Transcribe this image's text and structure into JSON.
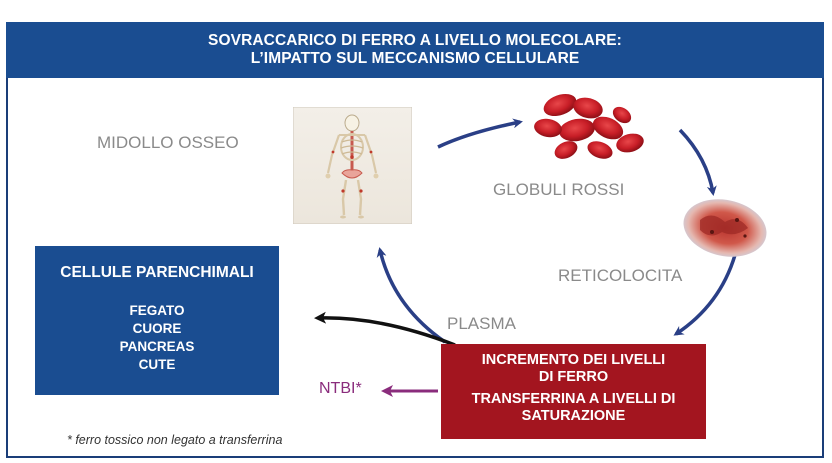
{
  "header": {
    "line1": "SOVRACCARICO DI FERRO A LIVELLO MOLECOLARE:",
    "line2": "L’IMPATTO SUL MECCANISMO CELLULARE"
  },
  "labels": {
    "bone_marrow": "MIDOLLO OSSEO",
    "red_cells": "GLOBULI ROSSI",
    "reticulocyte": "RETICOLOCITA",
    "plasma": "PLASMA",
    "ntbi": "NTBI*"
  },
  "parenchymal_box": {
    "title": "CELLULE PARENCHIMALI",
    "organs": [
      "FEGATO",
      "CUORE",
      "PANCREAS",
      "CUTE"
    ]
  },
  "iron_box": {
    "line1": "INCREMENTO DEI LIVELLI",
    "line2": "DI FERRO",
    "line3": "TRANSFERRINA A LIVELLI DI",
    "line4": "SATURAZIONE"
  },
  "footnote": "* ferro tossico non legato a transferrina",
  "colors": {
    "header_blue": "#1a4d91",
    "box_red": "#a3151f",
    "arrow_blue": "#2a3f86",
    "ntbi_purple": "#8a2c7c",
    "label_grey": "#8a8a8a"
  },
  "icons": {
    "skeleton": "skeleton-image",
    "red_cells": "red-blood-cells-image",
    "reticulocyte": "reticulocyte-image"
  }
}
